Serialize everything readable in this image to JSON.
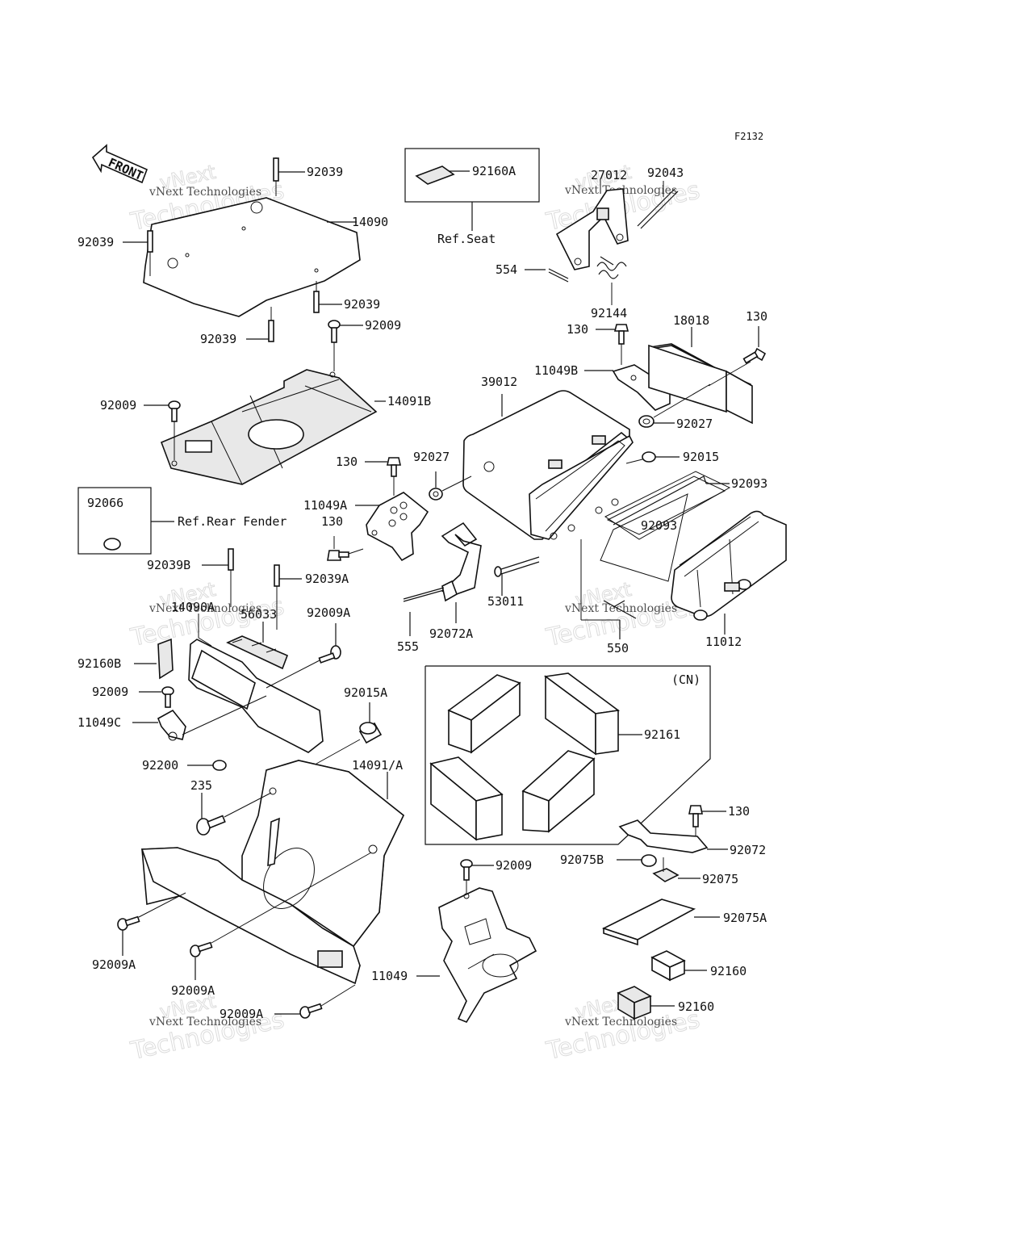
{
  "diagram": {
    "figure_code": "F2132",
    "front_label": "FRONT",
    "watermark_line1": "vNext Technologies",
    "watermark_line2": "vNext",
    "watermark_line3": "Technologies",
    "ref_seat": "Ref.Seat",
    "ref_rear_fender": "Ref.Rear Fender",
    "cn_label": "(CN)",
    "labels": {
      "p92039_top": "92039",
      "p14090": "14090",
      "p92039_left": "92039",
      "p92039_mid": "92039",
      "p92039_low": "92039",
      "p92009_a": "92009",
      "p92009_b": "92009",
      "p14091B": "14091B",
      "p92160A": "92160A",
      "p27012": "27012",
      "p92043": "92043",
      "p554": "554",
      "p92144": "92144",
      "p130_a": "130",
      "p18018": "18018",
      "p130_b": "130",
      "p11049B": "11049B",
      "p39012": "39012",
      "p92027_a": "92027",
      "p92027_b": "92027",
      "p92015": "92015",
      "p92093_a": "92093",
      "p92093_b": "92093",
      "p130_c": "130",
      "p11049A": "11049A",
      "p130_d": "130",
      "p92066": "92066",
      "p92039B": "92039B",
      "p92039A": "92039A",
      "p14090A": "14090A",
      "p56033": "56033",
      "p92009A_a": "92009A",
      "p53011": "53011",
      "p555": "555",
      "p92072A": "92072A",
      "p550": "550",
      "p11012": "11012",
      "p92160B": "92160B",
      "p92009_c": "92009",
      "p11049C": "11049C",
      "p92015A": "92015A",
      "p92200": "92200",
      "p14091A": "14091/A",
      "p92161": "92161",
      "p235": "235",
      "p130_e": "130",
      "p92072": "92072",
      "p92075B": "92075B",
      "p92075": "92075",
      "p92009_d": "92009",
      "p92075A": "92075A",
      "p92009A_b": "92009A",
      "p92009A_c": "92009A",
      "p92009A_d": "92009A",
      "p11049": "11049",
      "p92160_a": "92160",
      "p92160_b": "92160"
    }
  }
}
